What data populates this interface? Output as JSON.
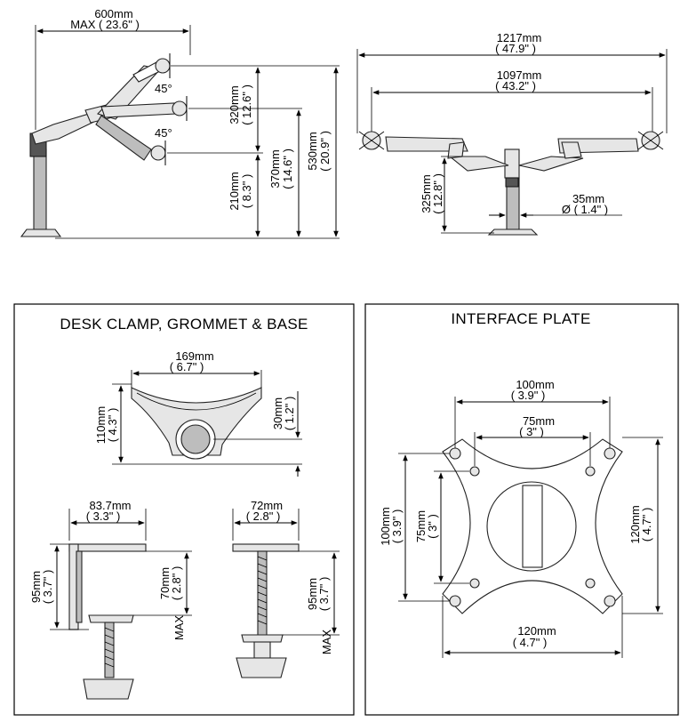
{
  "side_view": {
    "width_mm": "600mm",
    "width_in": "MAX  (  23.6\" )",
    "angle_top": "45°",
    "angle_bottom": "45°",
    "range_mm": "320mm",
    "range_in": "( 12.6\" )",
    "mid_mm": "370mm",
    "mid_in": "( 14.6\" )",
    "low_mm": "210mm",
    "low_in": "( 8.3\" )",
    "total_mm": "530mm",
    "total_in": "( 20.9\" )"
  },
  "front_view": {
    "outer_mm": "1217mm",
    "outer_in": "( 47.9\" )",
    "inner_mm": "1097mm",
    "inner_in": "( 43.2\" )",
    "pole_h_mm": "325mm",
    "pole_h_in": "( 12.8\" )",
    "pole_d_mm": "35mm",
    "pole_d_in": "Ø  ( 1.4\" )"
  },
  "desk_panel": {
    "title": "DESK CLAMP, GROMMET & BASE",
    "base_w_mm": "169mm",
    "base_w_in": "( 6.7\" )",
    "base_h_mm": "110mm",
    "base_h_in": "( 4.3\" )",
    "base_t_mm": "30mm",
    "base_t_in": "( 1.2\" )",
    "clamp_w_mm": "83.7mm",
    "clamp_w_in": "( 3.3\" )",
    "clamp_h_mm": "95mm",
    "clamp_h_in": "( 3.7\" )",
    "clamp_max_mm": "70mm",
    "clamp_max_in": "( 2.8\" )",
    "clamp_max": "MAX",
    "grommet_w_mm": "72mm",
    "grommet_w_in": "( 2.8\" )",
    "grommet_h_mm": "95mm",
    "grommet_h_in": "( 3.7\" )",
    "grommet_max": "MAX"
  },
  "plate_panel": {
    "title": "INTERFACE PLATE",
    "vesa100_mm": "100mm",
    "vesa100_in": "( 3.9\" )",
    "vesa75_mm": "75mm",
    "vesa75_in": "( 3\" )",
    "v100_mm": "100mm",
    "v100_in": "( 3.9\" )",
    "v75_mm": "75mm",
    "v75_in": "( 3\" )",
    "h120_mm": "120mm",
    "h120_in": "( 4.7\" )",
    "w120_mm": "120mm",
    "w120_in": "( 4.7\" )"
  }
}
